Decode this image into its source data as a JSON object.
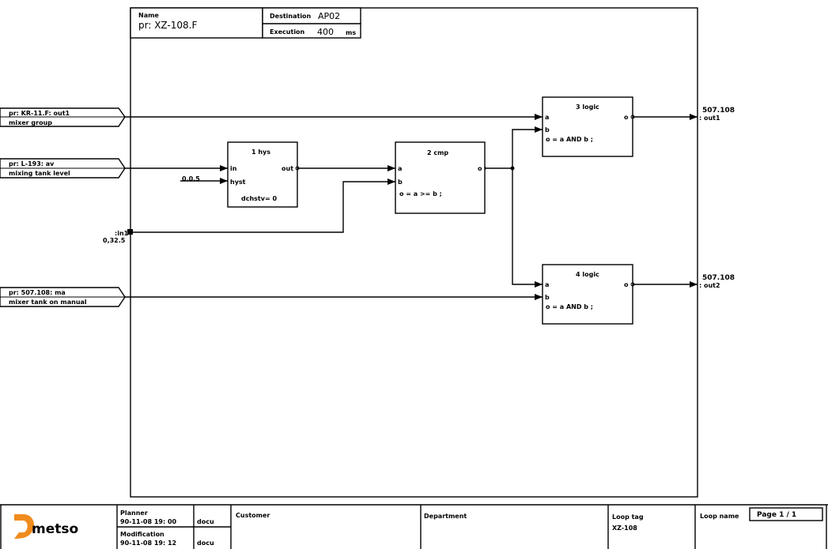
{
  "header": {
    "name_label": "Name",
    "name_value": "pr: XZ-108.F",
    "destination_label": "Destination",
    "destination_value": "AP02",
    "execution_label": "Execution",
    "execution_value": "400",
    "execution_unit": "ms"
  },
  "inputs": [
    {
      "tag": "pr: KR-11.F: out1",
      "desc": "mixer group"
    },
    {
      "tag": "pr: L-193: av",
      "desc": "mixing tank level"
    },
    {
      "tag": "pr: 507.108: ma",
      "desc": "mixer tank on manual"
    }
  ],
  "constants": {
    "hyst_const": "0.0.5",
    "in1_tag": ":in1",
    "in1_value": "0,32.5"
  },
  "blocks": {
    "hys": {
      "title": "1 hys",
      "port_in": "in",
      "port_hyst": "hyst",
      "port_out": "out",
      "param": "dchstv= 0"
    },
    "cmp": {
      "title": "2 cmp",
      "port_a": "a",
      "port_b": "b",
      "port_o": "o",
      "expr": "o = a >= b ;"
    },
    "logic3": {
      "title": "3 logic",
      "port_a": "a",
      "port_b": "b",
      "port_o": "o",
      "expr": "o = a AND b ;"
    },
    "logic4": {
      "title": "4 logic",
      "port_a": "a",
      "port_b": "b",
      "port_o": "o",
      "expr": "o = a AND b ;"
    }
  },
  "outputs": [
    {
      "tag": "507.108",
      "port": ": out1"
    },
    {
      "tag": "507.108",
      "port": ": out2"
    }
  ],
  "footer": {
    "logo_text": "metso",
    "logo_color": "#f08c1e",
    "planner_label": "Planner",
    "planner_date": "90-11-08  19: 00",
    "planner_user": "docu",
    "modification_label": "Modification",
    "modification_date": "90-11-08  19: 12",
    "modification_user": "docu",
    "customer_label": "Customer",
    "department_label": "Department",
    "loop_tag_label": "Loop tag",
    "loop_tag_value": "XZ-108",
    "loop_name_label": "Loop name",
    "page_label": "Page 1 / 1"
  }
}
